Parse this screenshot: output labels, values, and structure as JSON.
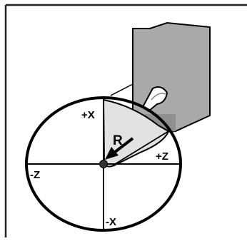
{
  "diagram": {
    "axis_labels": {
      "plus_x": "+X",
      "minus_x": "-X",
      "plus_z": "+Z",
      "minus_z": "-Z"
    },
    "radius_label": "R",
    "colors": {
      "border": "#222222",
      "holder_fill": "#a9a9a9",
      "holder_shadow": "#7a7a7a",
      "insert_fill": "#e2e2e2",
      "line": "#000000",
      "center_dot": "#333333"
    }
  }
}
